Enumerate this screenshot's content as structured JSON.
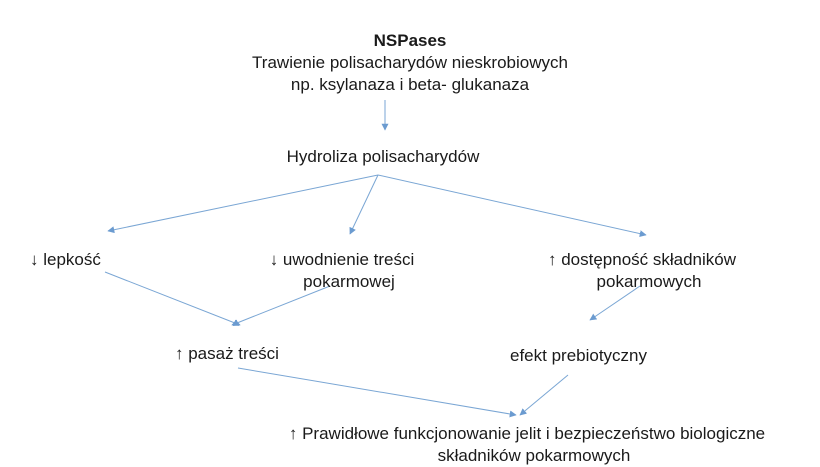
{
  "diagram": {
    "root": {
      "title": "NSPases",
      "line1": "Trawienie polisacharydów nieskrobiowych",
      "line2": "np. ksylanaza i beta- glukanaza"
    },
    "hydrolysis": "Hydroliza polisacharydów",
    "effects": {
      "viscosity": "↓ lepkość",
      "hydration_line1": "↓ uwodnienie treści",
      "hydration_line2": "pokarmowej",
      "availability_line1": "↑ dostępność składników",
      "availability_line2": "pokarmowych"
    },
    "secondary": {
      "passage": "↑ pasaż treści",
      "prebiotic": "efekt prebiotyczny"
    },
    "outcome": {
      "line1": "↑ Prawidłowe funkcjonowanie jelit i bezpieczeństwo biologiczne",
      "line2": "składników pokarmowych"
    },
    "arrow_color": "#6b9bd0"
  }
}
